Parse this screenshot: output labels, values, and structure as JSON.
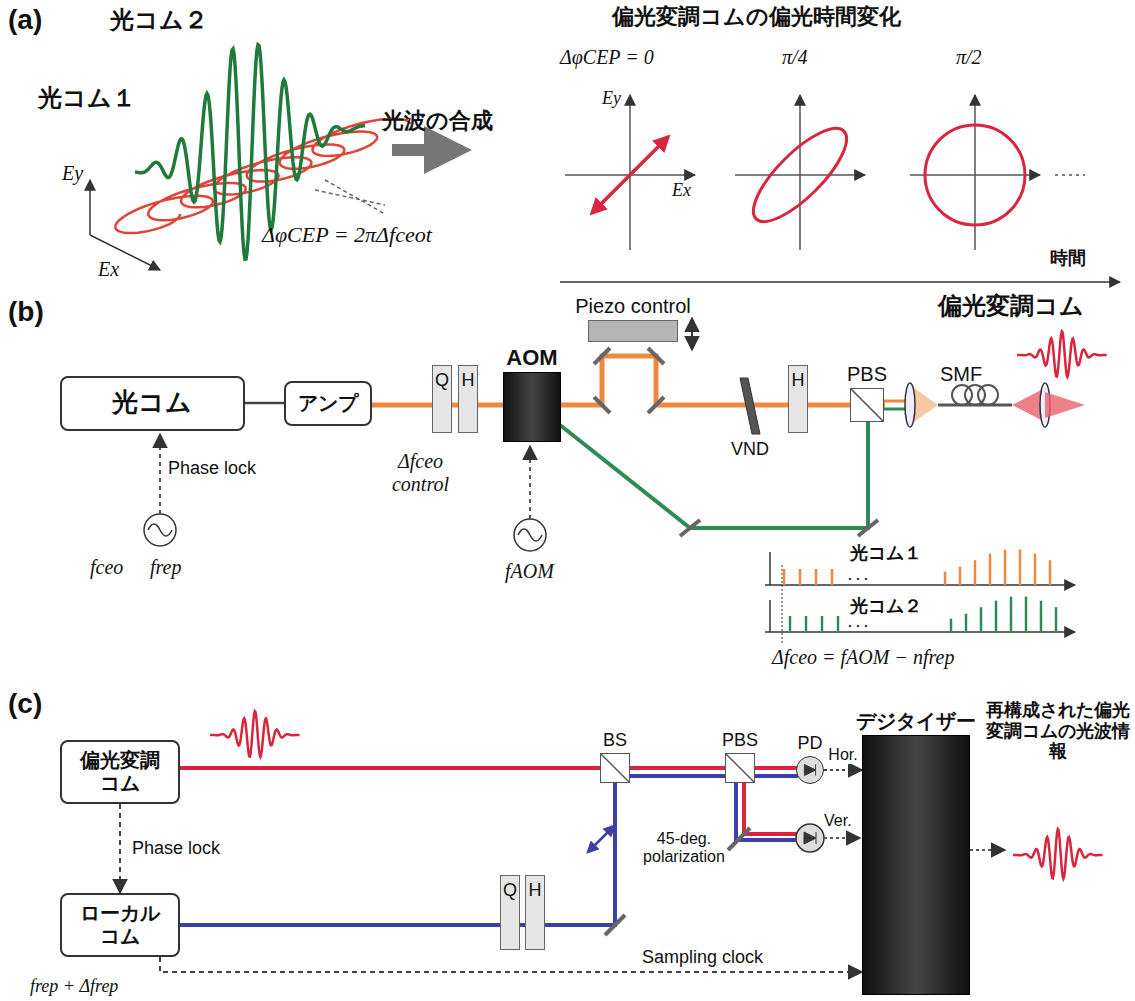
{
  "diagram": {
    "nodes": [
      {
        "text": [
          "光コム"
        ]
      },
      {
        "text": [
          "アンプ"
        ]
      },
      {
        "text": [
          "Q"
        ]
      },
      {
        "text": [
          "H"
        ]
      },
      {
        "text": [
          "AOM"
        ]
      },
      {
        "text": [
          "Piezo control"
        ]
      },
      {
        "text": [
          "VND"
        ]
      },
      {
        "text": [
          "H"
        ]
      },
      {
        "text": [
          "PBS"
        ]
      },
      {
        "text": [
          "偏光変調コム"
        ]
      },
      {
        "text": [
          "ローカルコム"
        ]
      },
      {
        "text": [
          "Q"
        ]
      },
      {
        "text": [
          "H"
        ]
      },
      {
        "text": [
          "BS"
        ]
      },
      {
        "text": [
          "PBS"
        ]
      },
      {
        "text": [
          "PD"
        ]
      },
      {
        "text": [
          "デジタイザー"
        ]
      }
    ],
    "edges": [
      {
        "from": 0,
        "to": 1,
        "arrow": "none"
      },
      {
        "from": 9,
        "to": 10,
        "label": "Phase lock",
        "arrow": "to"
      },
      {
        "from": 15,
        "to": 16,
        "label": "Hor.",
        "arrow": "to"
      },
      {
        "from": 10,
        "to": 16,
        "label": "Sampling clock",
        "arrow": "to"
      }
    ],
    "labels": [
      "(a)",
      "光コム２",
      "光コム１",
      "Ey",
      "Ex",
      "ΔφCEP = 2πΔfceot",
      "光波の合成",
      "偏光変調コムの偏光時間変化",
      "ΔφCEP = 0",
      "π/4",
      "π/2",
      "Ey",
      "Ex",
      "時間",
      "(b)",
      "Phase lock",
      "fceo",
      "frep",
      "Δfceo control",
      "fAOM",
      "SMF",
      "偏光変調コム",
      "光コム１",
      "光コム２",
      "Δfceo = fAOM − nfrep",
      "(c)",
      "45-deg. polarization",
      "Ver.",
      "再構成された偏光変調コムの光波情報",
      "frep + Δfrep"
    ]
  }
}
